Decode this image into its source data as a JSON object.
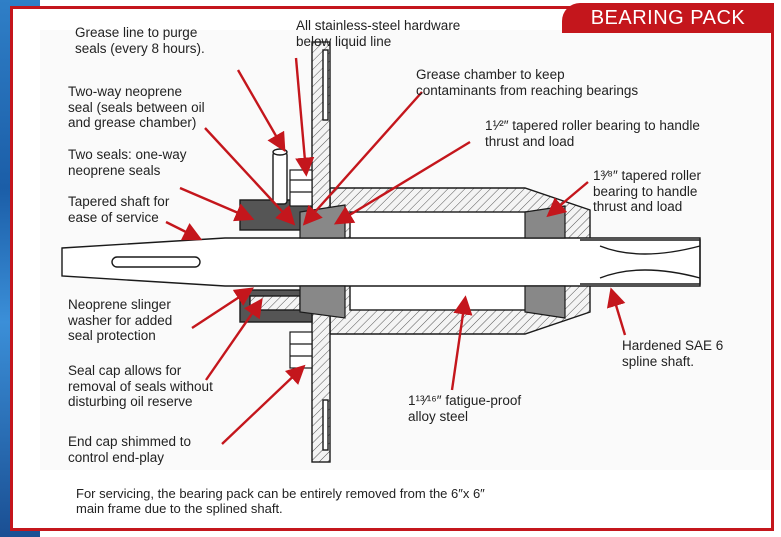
{
  "title": "BEARING PACK",
  "labels": {
    "grease_line": "Grease line to purge\nseals (every 8 hours).",
    "hardware": "All stainless-steel hardware\nbelow liquid line",
    "grease_chamber": "Grease chamber to keep\ncontaminants from reaching bearings",
    "two_way_seal": "Two-way neoprene\nseal (seals between oil\nand grease chamber)",
    "bearing_1_5": "1¹⁄²″ tapered roller bearing to handle\nthrust and load",
    "two_seals": "Two seals: one-way\nneoprene seals",
    "bearing_1_375": "1³⁄⁸″ tapered roller\nbearing to handle\nthrust and load",
    "tapered_shaft": "Tapered shaft for\nease of service",
    "slinger": "Neoprene slinger\nwasher for added\nseal protection",
    "spline_shaft": "Hardened SAE 6\nspline shaft.",
    "seal_cap": "Seal cap allows for\nremoval of seals without\ndisturbing oil reserve",
    "alloy_steel": "1¹³⁄¹⁶″ fatigue-proof\nalloy steel",
    "end_cap": "End cap shimmed to\ncontrol end-play"
  },
  "caption": "For servicing, the bearing pack can be entirely removed from the 6″x 6″\nmain frame due to the splined shaft.",
  "colors": {
    "accent": "#c4161c",
    "arrow": "#c4161c",
    "line_art": "#1a1a1a"
  }
}
